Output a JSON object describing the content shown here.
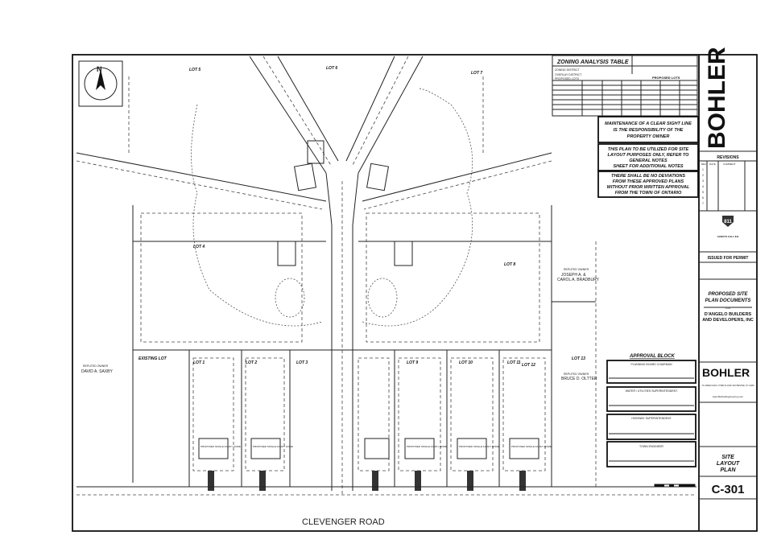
{
  "north_arrow": {
    "label": "N"
  },
  "plan": {
    "road_name": "CLEVENGER ROAD",
    "lots": {
      "lot5": "LOT 5",
      "lot6": "LOT 6",
      "lot7": "LOT 7",
      "lot4": "LOT 4",
      "lot8": "LOT 8",
      "existing": "EXISTING LOT",
      "lot1": "LOT 1",
      "lot2": "LOT 2",
      "lot3": "LOT 3",
      "lot9": "LOT 9",
      "lot10": "LOT 10",
      "lot11": "LOT 11",
      "lot12": "LOT 12",
      "lot13": "LOT 13"
    },
    "owners": [
      {
        "heading": "REPUTED OWNER",
        "name": "DAVID A. SAXBY"
      },
      {
        "heading": "REPUTED OWNER",
        "name": "JOSEPH A. &",
        "name2": "CAROL A. BRADBURY"
      },
      {
        "heading": "REPUTED OWNER",
        "name": "BRUCE D. OLTTER"
      }
    ],
    "building_label": "PROPOSED SINGLE FAMILY HOME"
  },
  "zoning_table": {
    "title": "ZONING ANALYSIS TABLE",
    "rows_left": [
      "ZONING DISTRICT",
      "OVERLAY DISTRICT",
      "PROPOSED LOTS"
    ],
    "header": "PROPOSED LOTS"
  },
  "notes": [
    [
      "MAINTENANCE OF A CLEAR SIGHT LINE",
      "IS THE RESPONSIBILITY OF THE",
      "PROPERTY OWNER"
    ],
    [
      "THIS PLAN TO BE UTILIZED FOR SITE",
      "LAYOUT  PURPOSES ONLY, REFER TO",
      "GENERAL NOTES",
      "SHEET FOR ADDITIONAL NOTES"
    ],
    [
      "THERE SHALL BE NO DEVIATIONS",
      "FROM THESE APPROVED PLANS",
      "WITHOUT PRIOR WRITTEN APPROVAL",
      "FROM THE TOWN OF ONTARIO"
    ]
  ],
  "approval": {
    "title": "APPROVAL BLOCK",
    "boxes": [
      "PLANNING BOARD CHAIRMAN",
      "WATER / UTILITIES SUPERINTENDENT",
      "HIGHWAY SUPERINTENDENT",
      "TOWN ENGINEER"
    ]
  },
  "title_block": {
    "brand": "BOHLER",
    "revisions_title": "REVISIONS",
    "rev_headers": [
      "REV",
      "DATE",
      "COMMENT"
    ],
    "rev_numbers": [
      "1",
      "2",
      "3",
      "4",
      "5",
      "6",
      "7"
    ],
    "call811": "811",
    "always_call": "ALWAYS CALL 811",
    "issued": "ISSUED FOR PERMIT",
    "project_title1": "PROPOSED SITE",
    "project_title2": "PLAN DOCUMENTS",
    "for": "FOR",
    "client1": "D'ANGELO BUILDERS",
    "client2": "AND DEVELOPERS, INC",
    "address": "70 LINDEN OAKS, THIRD FLOOR, ROCHESTER, NY 14625",
    "website": "www.BohlerEngineering.com",
    "sheet_title1": "SITE",
    "sheet_title2": "LAYOUT",
    "sheet_title3": "PLAN",
    "sheet_number": "C-301"
  },
  "colors": {
    "ink": "#222222",
    "paper": "#ffffff"
  }
}
